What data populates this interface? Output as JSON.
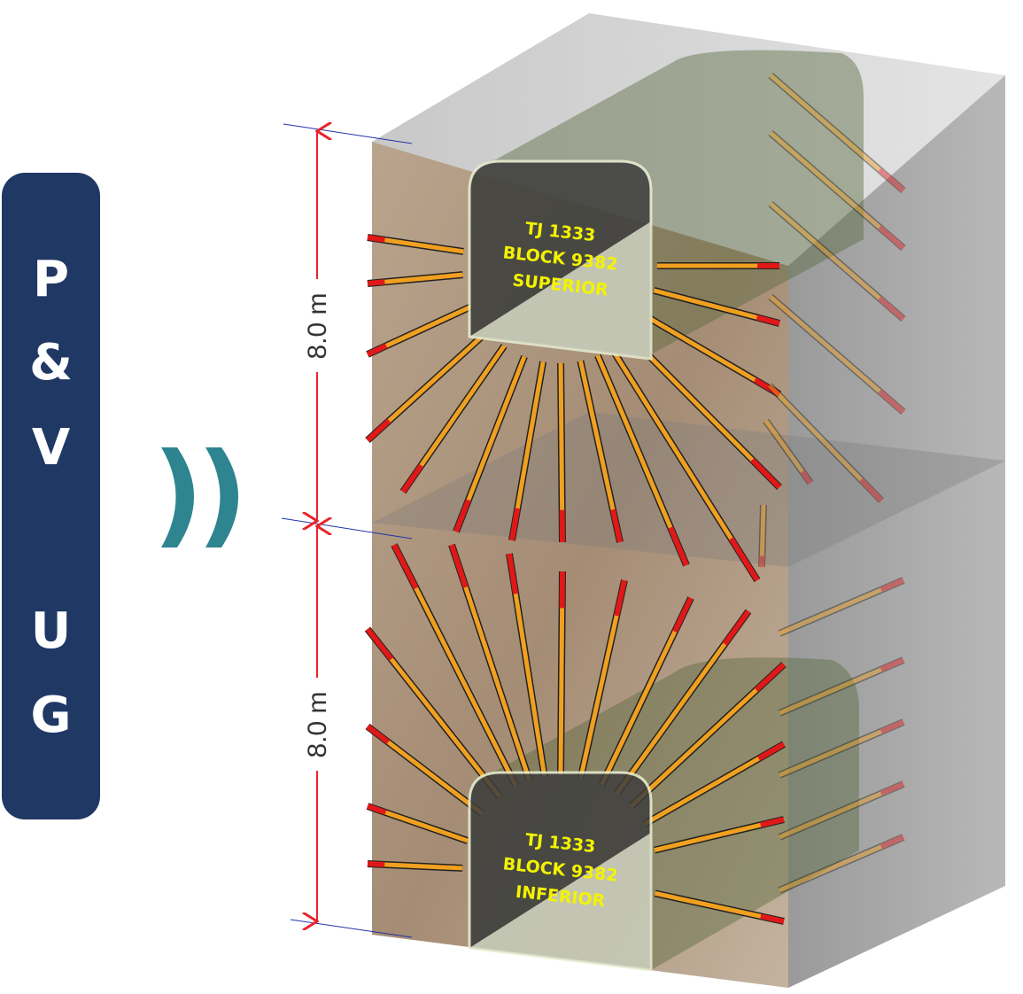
{
  "side_label": {
    "letters": [
      "P",
      "&",
      "V",
      "U",
      "G"
    ]
  },
  "dimensions": {
    "upper": "8.0 m",
    "lower": "8.0 m"
  },
  "tunnels": {
    "upper": {
      "line1": "TJ 1333",
      "line2": "BLOCK 9382",
      "line3": "SUPERIOR"
    },
    "lower": {
      "line1": "TJ 1333",
      "line2": "BLOCK 9382",
      "line3": "INFERIOR"
    }
  },
  "colors": {
    "panel": "#1f3864",
    "chevron": "#2e8590",
    "dimension": "#e8232a",
    "charge": "#f0a020",
    "stemming": "#e01818",
    "label": "#f3f300"
  }
}
